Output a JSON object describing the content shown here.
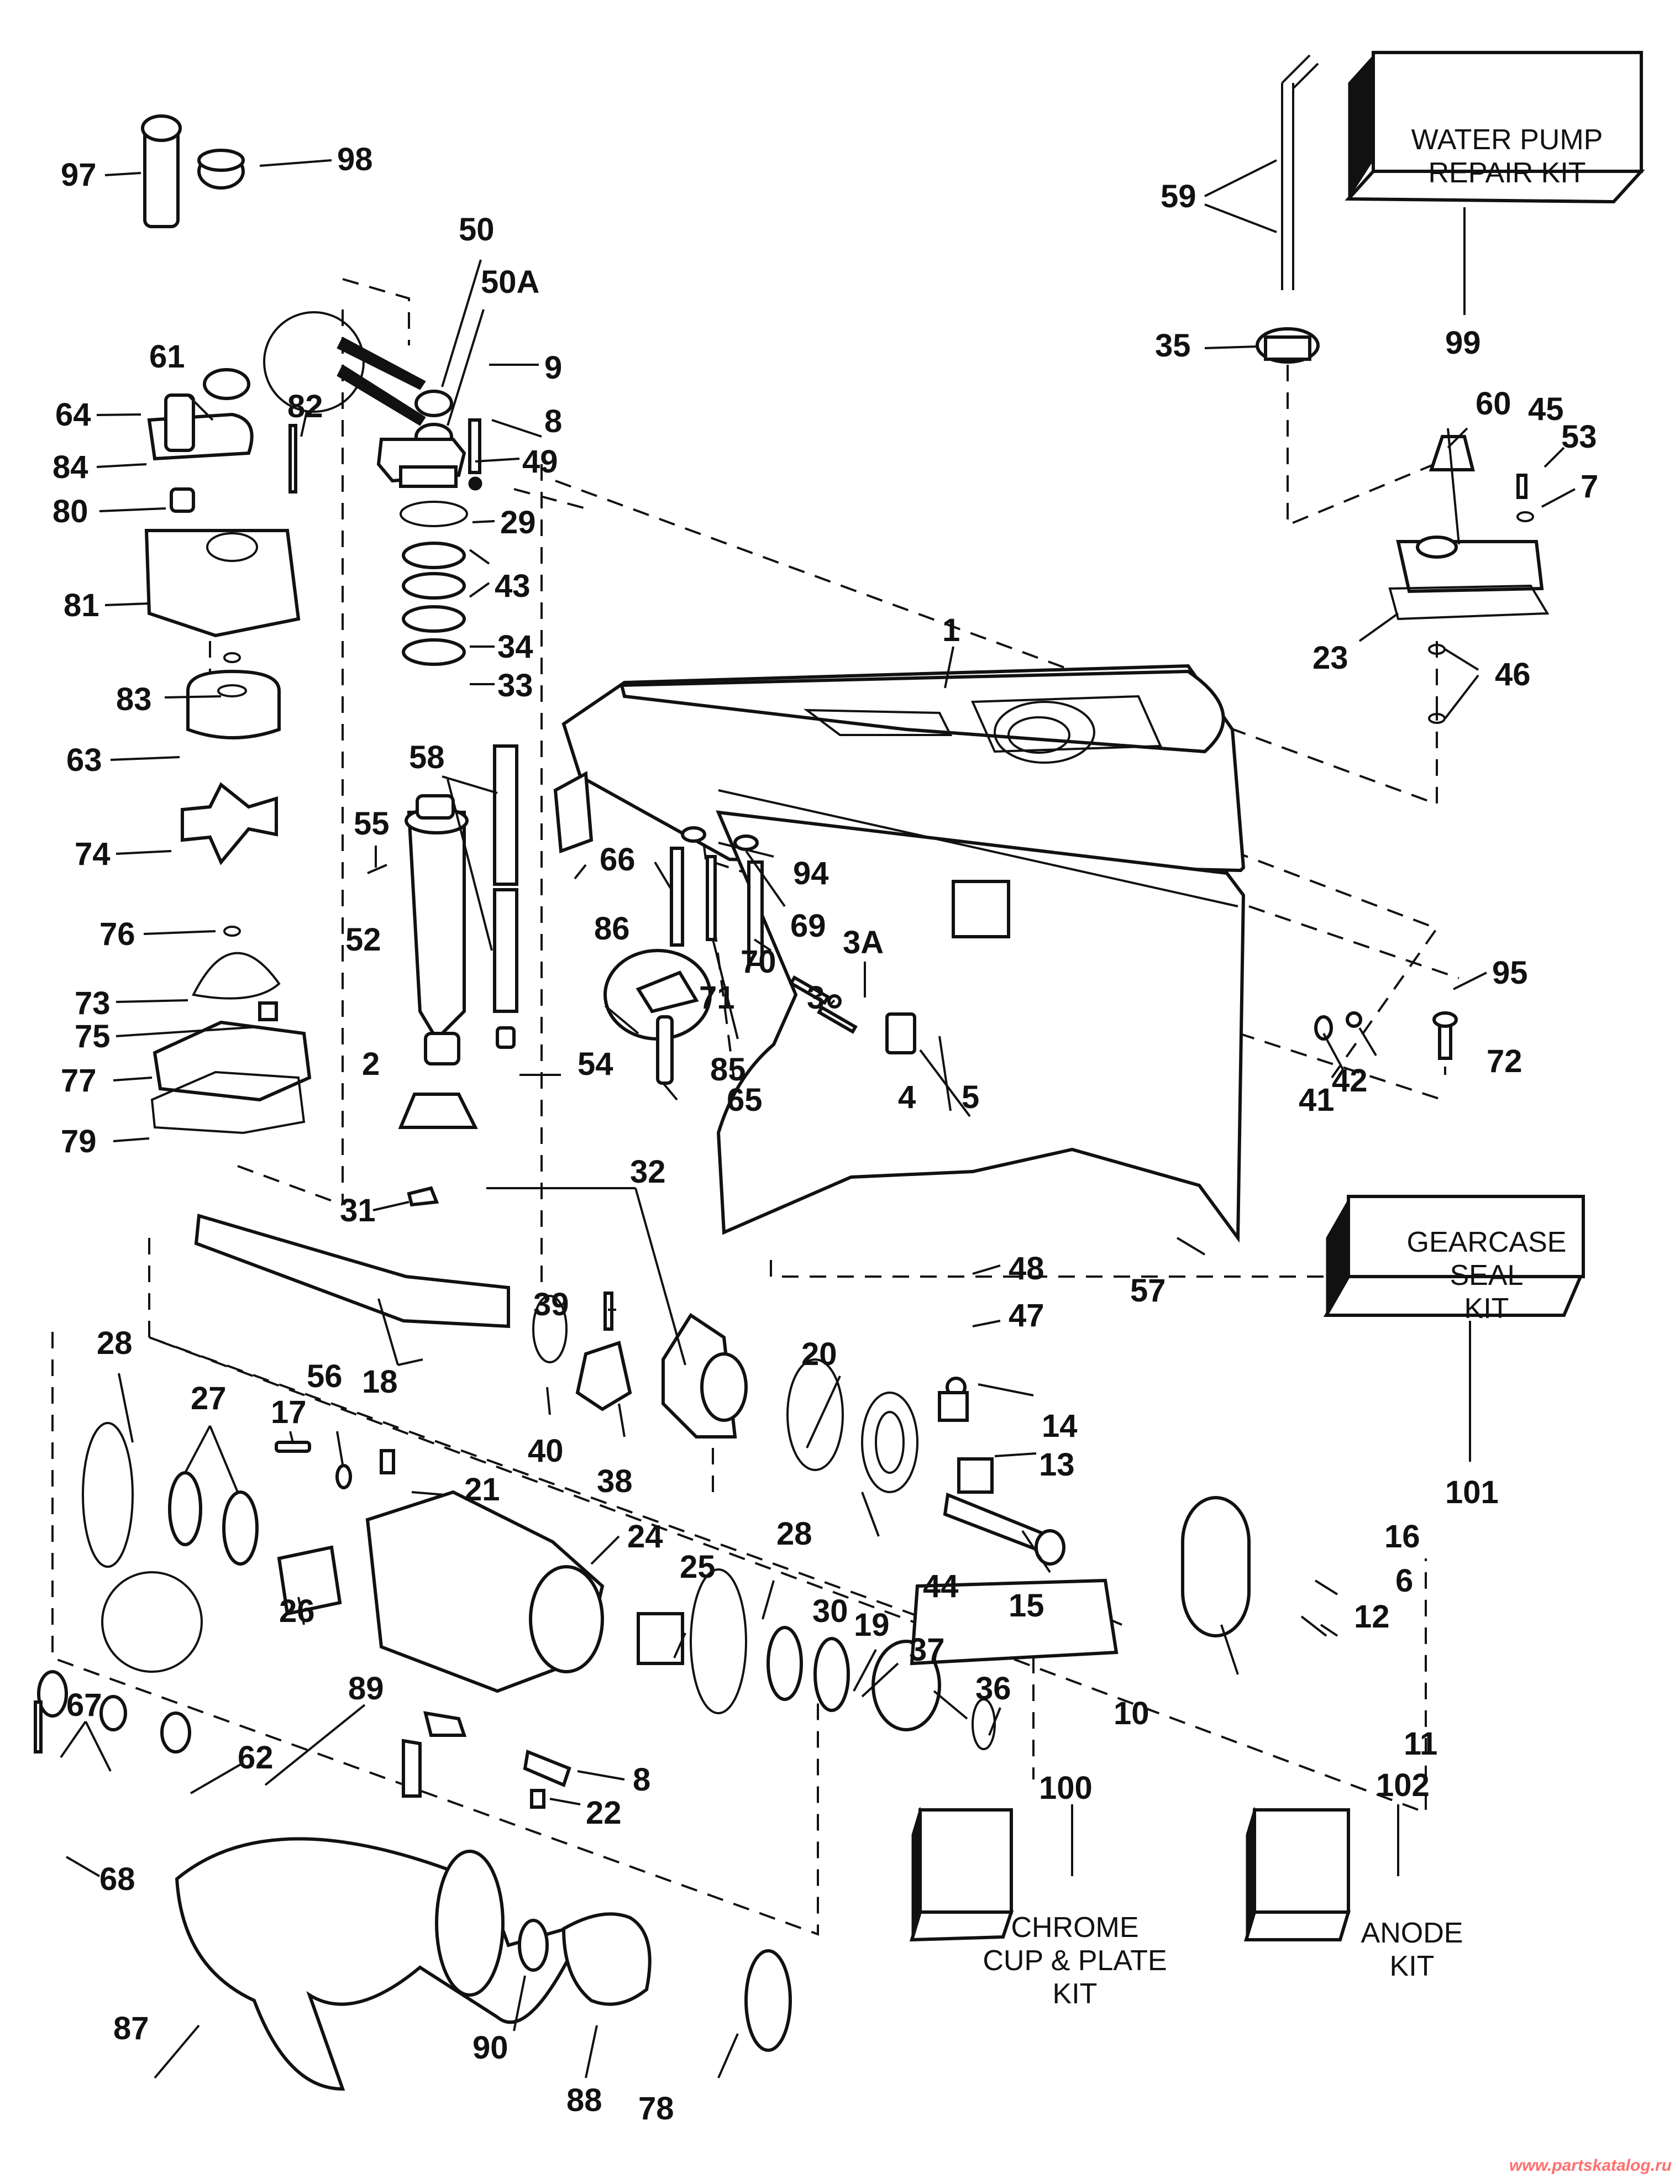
{
  "diagram": {
    "title": "Gearcase exploded parts diagram",
    "kits": [
      {
        "id": "99",
        "lines": [
          "WATER PUMP",
          "REPAIR KIT"
        ]
      },
      {
        "id": "101",
        "lines": [
          "GEARCASE",
          "SEAL",
          "KIT"
        ]
      },
      {
        "id": "100",
        "lines": [
          "CHROME",
          "CUP & PLATE",
          "KIT"
        ]
      },
      {
        "id": "102",
        "lines": [
          "ANODE",
          "KIT"
        ]
      }
    ],
    "callouts": [
      "97",
      "98",
      "50",
      "50A",
      "9",
      "8",
      "49",
      "29",
      "43",
      "34",
      "33",
      "58",
      "55",
      "52",
      "2",
      "54",
      "61",
      "64",
      "84",
      "82",
      "80",
      "81",
      "83",
      "63",
      "74",
      "76",
      "73",
      "75",
      "77",
      "79",
      "32",
      "31",
      "59",
      "35",
      "99",
      "60",
      "45",
      "53",
      "7",
      "23",
      "46",
      "1",
      "86",
      "66",
      "94",
      "69",
      "70",
      "71",
      "3A",
      "3",
      "4",
      "5",
      "85",
      "65",
      "95",
      "42",
      "41",
      "72",
      "39",
      "18",
      "40",
      "38",
      "20",
      "48",
      "47",
      "57",
      "14",
      "13",
      "15",
      "44",
      "28",
      "27",
      "17",
      "56",
      "21",
      "24",
      "25",
      "26",
      "30",
      "19",
      "37",
      "36",
      "16",
      "6",
      "12",
      "10",
      "11",
      "101",
      "100",
      "102",
      "67",
      "62",
      "89",
      "22",
      "68",
      "87",
      "90",
      "88",
      "78"
    ],
    "labels": {
      "l97": "97",
      "l98": "98",
      "l50": "50",
      "l50A": "50A",
      "l9": "9",
      "l8a": "8",
      "l49": "49",
      "l29": "29",
      "l43": "43",
      "l34": "34",
      "l33": "33",
      "l58": "58",
      "l55": "55",
      "l52": "52",
      "l2": "2",
      "l54": "54",
      "l61": "61",
      "l64": "64",
      "l84": "84",
      "l82": "82",
      "l80": "80",
      "l81": "81",
      "l83": "83",
      "l63": "63",
      "l74": "74",
      "l76": "76",
      "l73": "73",
      "l75": "75",
      "l77": "77",
      "l79": "79",
      "l32": "32",
      "l31": "31",
      "l59": "59",
      "l35": "35",
      "l99": "99",
      "l60": "60",
      "l45": "45",
      "l53": "53",
      "l7": "7",
      "l23": "23",
      "l46": "46",
      "l1": "1",
      "l86": "86",
      "l66": "66",
      "l94": "94",
      "l69": "69",
      "l70": "70",
      "l71": "71",
      "l3A": "3A",
      "l3": "3",
      "l4": "4",
      "l5": "5",
      "l85": "85",
      "l65": "65",
      "l95": "95",
      "l42": "42",
      "l41": "41",
      "l72": "72",
      "l39": "39",
      "l18": "18",
      "l40": "40",
      "l38": "38",
      "l20": "20",
      "l48": "48",
      "l47": "47",
      "l57": "57",
      "l14": "14",
      "l13": "13",
      "l15": "15",
      "l44": "44",
      "l28a": "28",
      "l28b": "28",
      "l27": "27",
      "l17": "17",
      "l56": "56",
      "l21": "21",
      "l24": "24",
      "l25": "25",
      "l26": "26",
      "l30": "30",
      "l19": "19",
      "l37": "37",
      "l36": "36",
      "l16": "16",
      "l6": "6",
      "l12": "12",
      "l10": "10",
      "l11": "11",
      "l101": "101",
      "l100": "100",
      "l102": "102",
      "l67": "67",
      "l62": "62",
      "l89": "89",
      "l8b": "8",
      "l22": "22",
      "l68": "68",
      "l87": "87",
      "l90": "90",
      "l88": "88",
      "l78": "78"
    }
  },
  "watermark": "www.partskatalog.ru"
}
